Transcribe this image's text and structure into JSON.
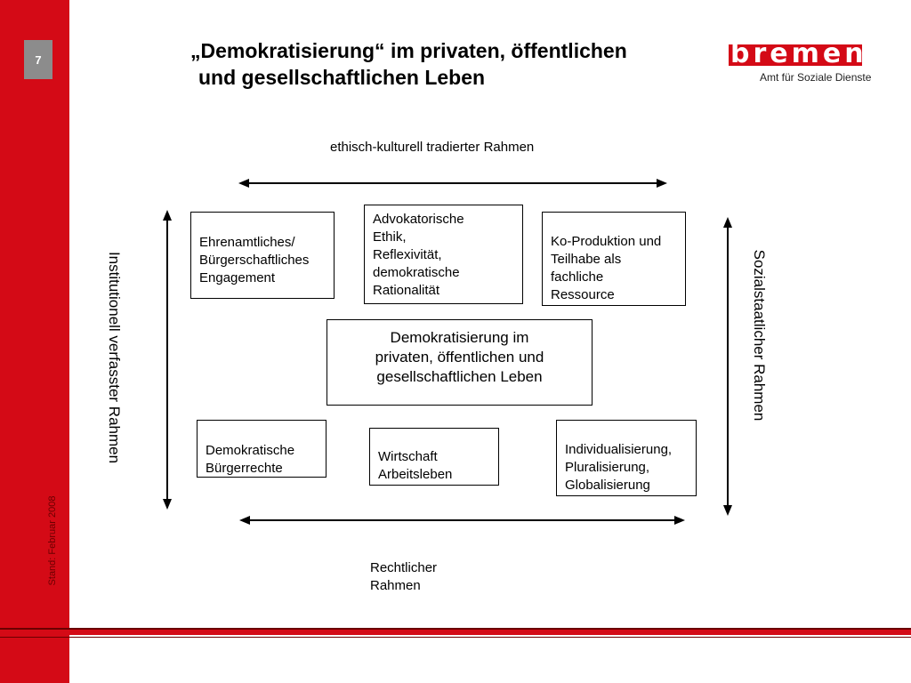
{
  "slide": {
    "page_number": "7",
    "stand": "Stand: Februar 2008",
    "title_line1": "„Demokratisierung“ im privaten, öffentlichen",
    "title_line2": "und gesellschaftlichen Leben"
  },
  "logo": {
    "word": "bremen",
    "subtitle": "Amt für Soziale Dienste"
  },
  "frames": {
    "top": "ethisch-kulturell tradierter Rahmen",
    "left": "Institutionell verfasster Rahmen",
    "right": "Sozialstaatlicher Rahmen",
    "bottom_line1": "Rechtlicher",
    "bottom_line2": "Rahmen"
  },
  "center": {
    "line1": "Demokratisierung im",
    "line2": "privaten, öffentlichen und",
    "line3": "gesellschaftlichen Leben"
  },
  "boxes": {
    "ehrenamt": [
      "Ehrenamtliches/",
      "Bürgerschaftliches",
      "Engagement"
    ],
    "advokatorisch": [
      "Advokatorische",
      "Ethik,",
      "Reflexivität,",
      "demokratische",
      "Rationalität"
    ],
    "koproduktion": [
      "Ko-Produktion und",
      "Teilhabe als",
      "fachliche",
      "Ressource"
    ],
    "buergerrechte": [
      "Demokratische",
      "Bürgerrechte"
    ],
    "wirtschaft": [
      "Wirtschaft",
      "Arbeitsleben"
    ],
    "individualisierung": [
      "Individualisierung,",
      "Pluralisierung,",
      "Globalisierung"
    ]
  },
  "colors": {
    "brand_red": "#d40a16",
    "dark_red": "#6a0000",
    "badge_gray": "#8c8c8c"
  }
}
